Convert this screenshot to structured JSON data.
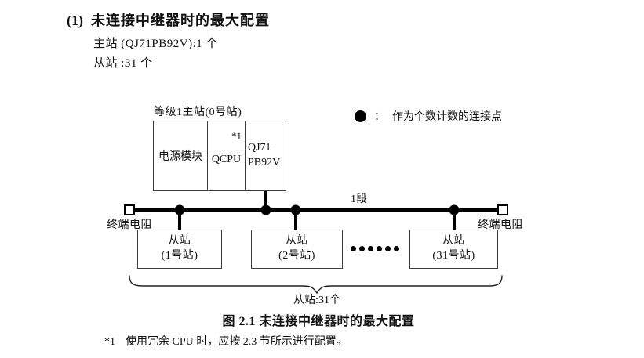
{
  "header": {
    "number": "(1)",
    "title": "未连接中继器时的最大配置",
    "spec_master": "主站 (QJ71PB92V):1 个",
    "spec_slave": "从站 :31 个"
  },
  "legend": {
    "icon": "filled-circle",
    "separator": "：",
    "label": "作为个数计数的连接点"
  },
  "diagram": {
    "master_station_label": "等级1主站(0号站)",
    "power_module": "电源模块",
    "cpu_module": "QCPU",
    "cpu_footnote_ref": "*1",
    "pb_module_line1": "QJ71",
    "pb_module_line2": "PB92V",
    "segment_label": "1段",
    "terminator_left": "终端电阻",
    "terminator_right": "终端电阻",
    "terminator_icon": "open-square",
    "connection_node_icon": "filled-circle",
    "slaves": [
      {
        "name": "从站",
        "station": "(1号站)"
      },
      {
        "name": "从站",
        "station": "(2号站)"
      },
      {
        "name": "从站",
        "station": "(31号站)"
      }
    ],
    "ellipsis_dots": 6,
    "brace_label": "从站:31个"
  },
  "caption": "图 2.1 未连接中继器时的最大配置",
  "footnote": {
    "marker": "*1",
    "text": "使用冗余 CPU 时，应按 2.3 节所示进行配置。"
  },
  "colors": {
    "ink": "#111111",
    "line": "#000000",
    "border": "#3c3c3c",
    "background": "#ffffff"
  }
}
